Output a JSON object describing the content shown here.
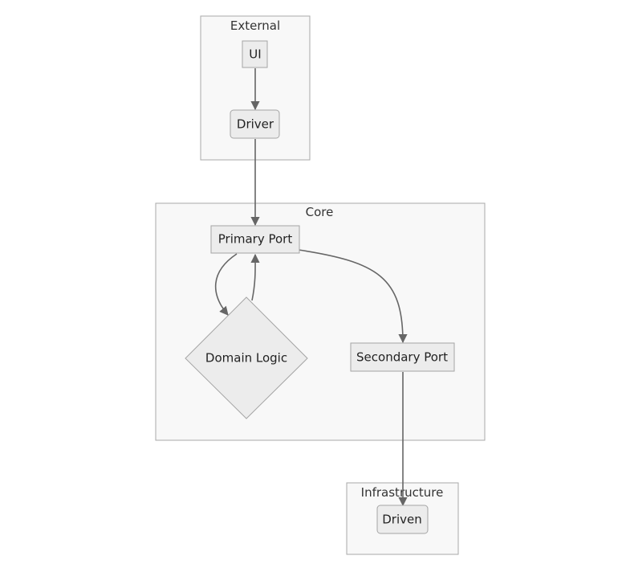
{
  "diagram": {
    "clusters": {
      "external": "External",
      "core": "Core",
      "infrastructure": "Infrastructure"
    },
    "nodes": {
      "ui": "UI",
      "driver": "Driver",
      "primary_port": "Primary Port",
      "domain_logic": "Domain Logic",
      "secondary_port": "Secondary Port",
      "driven": "Driven"
    },
    "edges": [
      {
        "from": "UI",
        "to": "Driver"
      },
      {
        "from": "Driver",
        "to": "Primary Port"
      },
      {
        "from": "Primary Port",
        "to": "Domain Logic"
      },
      {
        "from": "Domain Logic",
        "to": "Primary Port"
      },
      {
        "from": "Primary Port",
        "to": "Secondary Port"
      },
      {
        "from": "Secondary Port",
        "to": "Driven"
      }
    ],
    "colors": {
      "cluster_fill": "#f8f8f8",
      "cluster_stroke": "#a8a8a8",
      "node_fill": "#ececec",
      "node_stroke": "#a5a5a5",
      "edge": "#666666"
    }
  }
}
